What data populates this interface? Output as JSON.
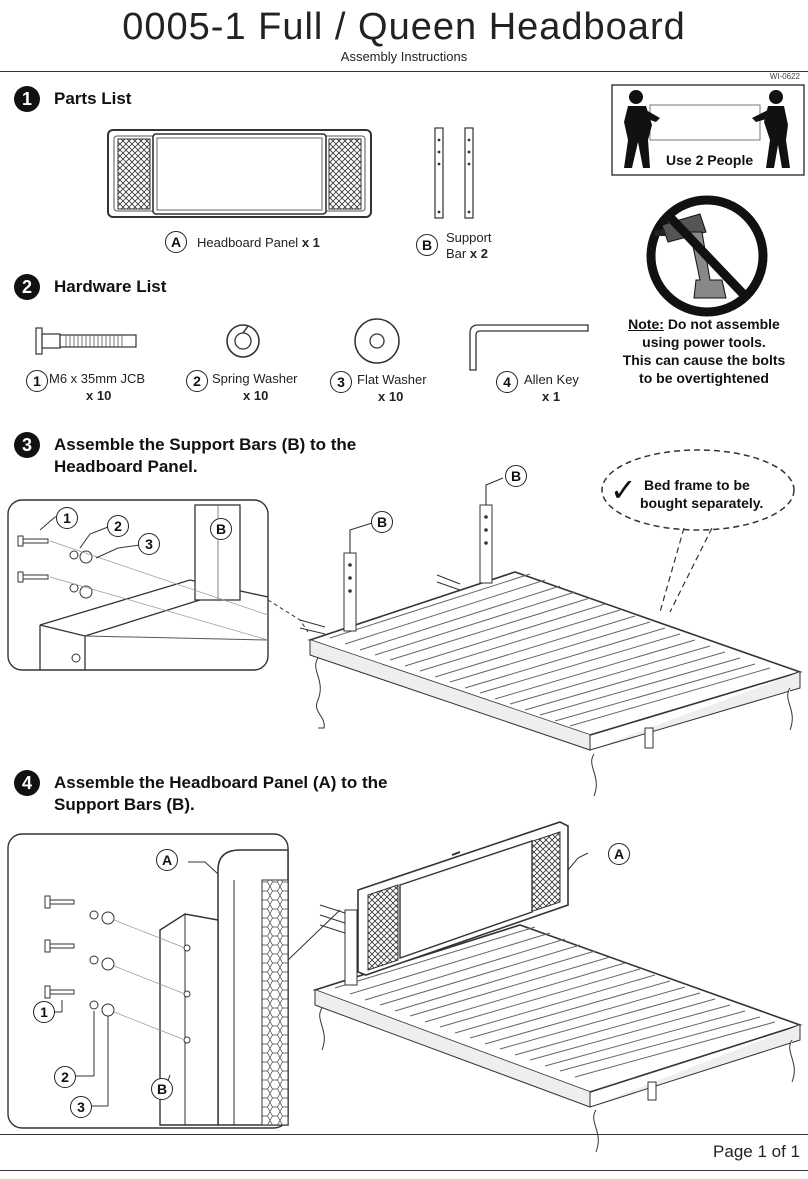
{
  "header": {
    "title": "0005-1 Full / Queen Headboard",
    "subtitle": "Assembly Instructions",
    "doc_number": "WI-0622"
  },
  "steps": [
    {
      "number": "1",
      "heading": "Parts List"
    },
    {
      "number": "2",
      "heading": "Hardware List"
    },
    {
      "number": "3",
      "heading": "Assemble the Support Bars (B) to the Headboard Panel.",
      "line1": "Assemble the Support Bars (B) to the",
      "line2": "Headboard Panel."
    },
    {
      "number": "4",
      "heading": "Assemble the Headboard Panel (A) to the Support Bars (B).",
      "line1": "Assemble the Headboard Panel (A) to the",
      "line2": "Support Bars (B)."
    }
  ],
  "parts": [
    {
      "letter": "A",
      "name": "Headboard Panel",
      "qty": "x 1"
    },
    {
      "letter": "B",
      "name_line1": "Support",
      "name_line2": "Bar",
      "qty": "x 2"
    }
  ],
  "hardware": [
    {
      "number": "1",
      "name": "M6 x 35mm JCB",
      "qty": "x 10"
    },
    {
      "number": "2",
      "name": "Spring Washer",
      "qty": "x 10"
    },
    {
      "number": "3",
      "name": "Flat Washer",
      "qty": "x 10"
    },
    {
      "number": "4",
      "name": "Allen Key",
      "qty": "x 1"
    }
  ],
  "two_people": {
    "label": "Use 2 People"
  },
  "power_tool_note": {
    "prefix": "Note:",
    "line1": "Do not assemble",
    "line2": "using power tools.",
    "line3": "This can cause the bolts",
    "line4": "to be overtightened"
  },
  "bed_frame_bubble": {
    "line1": "Bed frame to be",
    "line2": "bought separately.",
    "check": "✓"
  },
  "callouts": {
    "a": "A",
    "b": "B",
    "one": "1",
    "two": "2",
    "three": "3"
  },
  "footer": {
    "page": "Page 1 of 1"
  }
}
